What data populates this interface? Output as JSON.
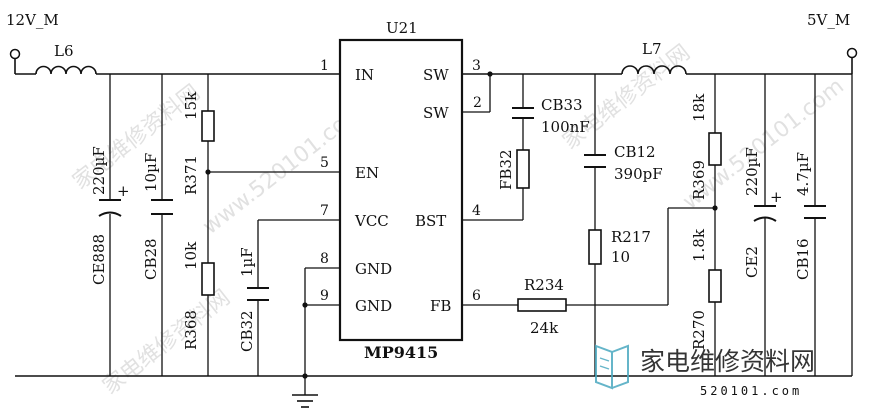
{
  "nets": {
    "vin": "12V_M",
    "vout": "5V_M"
  },
  "ic": {
    "ref": "U21",
    "part": "MP9415",
    "pins_left": [
      {
        "num": "1",
        "name": "IN"
      },
      {
        "num": "5",
        "name": "EN"
      },
      {
        "num": "7",
        "name": "VCC"
      },
      {
        "num": "8",
        "name": "GND"
      },
      {
        "num": "9",
        "name": "GND"
      }
    ],
    "pins_right": [
      {
        "num": "3",
        "name": "SW"
      },
      {
        "num": "2",
        "name": "SW"
      },
      {
        "num": "4",
        "name": "BST"
      },
      {
        "num": "6",
        "name": "FB"
      }
    ]
  },
  "components": {
    "L6": {
      "ref": "L6"
    },
    "L7": {
      "ref": "L7"
    },
    "CE888": {
      "ref": "CE888",
      "value": "220µF",
      "polarity": "+"
    },
    "CB28": {
      "ref": "CB28",
      "value": "10µF"
    },
    "R371": {
      "ref": "R371",
      "value": "15k"
    },
    "R368": {
      "ref": "R368",
      "value": "10k"
    },
    "CB32": {
      "ref": "CB32",
      "value": "1µF"
    },
    "CB33": {
      "ref": "CB33",
      "value": "100nF"
    },
    "FB32": {
      "ref": "FB32"
    },
    "CB12": {
      "ref": "CB12",
      "value": "390pF"
    },
    "R217": {
      "ref": "R217",
      "value": "10"
    },
    "R234": {
      "ref": "R234",
      "value": "24k"
    },
    "R369": {
      "ref": "R369",
      "value": "18k"
    },
    "R270": {
      "ref": "R270",
      "value": "1.8k"
    },
    "CE2": {
      "ref": "CE2",
      "value": "220µF",
      "polarity": "+"
    },
    "CB16": {
      "ref": "CB16",
      "value": "4.7µF"
    }
  },
  "watermark": {
    "logo_text": "家电维修资料网",
    "site": "520101.com",
    "diag_text": "家电维修资料网",
    "diag_site": "www.520101.com"
  },
  "colors": {
    "ink": "#111111",
    "watermark": "#c9c9c9",
    "logo": "#4aa8c0"
  }
}
